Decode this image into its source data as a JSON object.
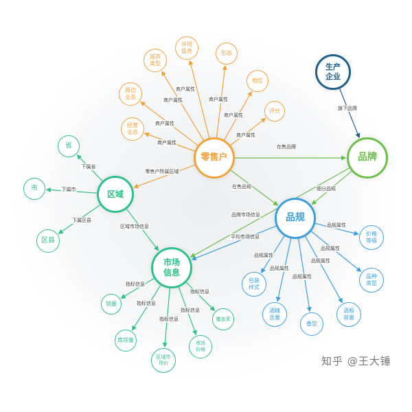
{
  "colors": {
    "orange": "#f2a23a",
    "green": "#6cc04a",
    "teal": "#2fbf8a",
    "blue": "#3aa0dc",
    "navy": "#1f5f8b"
  },
  "nodes": {
    "retailer": "零售户",
    "brand": "品牌",
    "producer": "生产企业",
    "region": "区域",
    "spec": "品规",
    "market": "市场信息",
    "city_type": "城市类型",
    "license": "许可信息",
    "mode": "形态",
    "business_cycle": "周边业态",
    "grade": "档位",
    "rating": "评分",
    "operation": "经营业态",
    "province": "省",
    "city": "市",
    "district": "区县",
    "price_level": "价格等级",
    "variety": "品种类型",
    "package": "包装样式",
    "alcohol": "酒精含量",
    "aroma": "香型",
    "bottle": "酒瓶容量",
    "sales": "销量",
    "inventory": "库存量",
    "regional_price": "区域市场价",
    "price_change": "市场价格",
    "market_share": "覆盖率"
  },
  "edges": {
    "retailer_attr": "商户属性",
    "in_sale": "在售品牌",
    "retailer_region": "零售户所属区域",
    "on_sale_spec": "在售品规",
    "producer_brand": "旗下品牌",
    "brand_spec": "细分品规",
    "region_up": "下属省",
    "region_city": "下属市",
    "region_district": "下属区县",
    "region_market": "区域市场信息",
    "spec_market": "品牌市场信息",
    "spec_market2": "平均市场信息",
    "spec_attr": "品规属性",
    "market_idx": "指标信息"
  },
  "watermark": "知乎 @王大锤"
}
